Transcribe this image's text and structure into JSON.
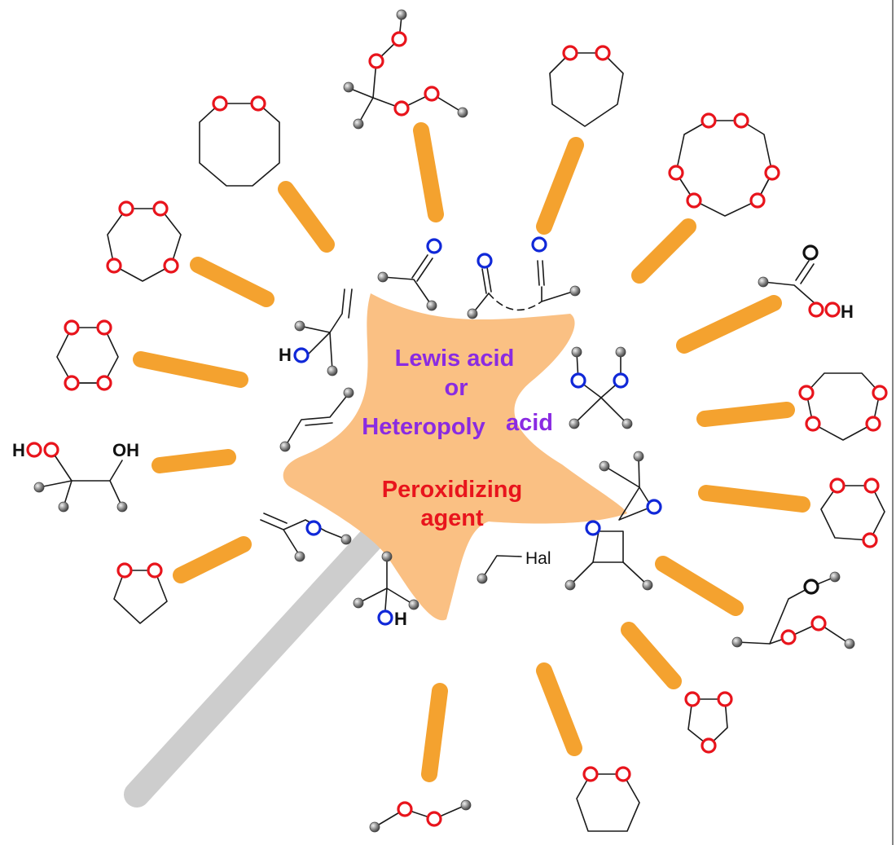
{
  "center": {
    "catalyst_line1": "Lewis acid",
    "catalyst_line2": "or",
    "catalyst_line3_part1": "Heteropoly",
    "catalyst_line3_part2": "acid",
    "reagent_line1": "Peroxidizing",
    "reagent_line2": "agent"
  },
  "substrates": {
    "tertiary_alcohol_label": "HO",
    "methanol_label": "OH",
    "alkyl_halide_label": "Hal"
  },
  "products": {
    "hydroperoxy_alcohol_left": "HOO",
    "hydroperoxy_alcohol_right": "OH",
    "peracid_carbonyl": "O",
    "peracid_hydroxyl": "OOH"
  },
  "colors": {
    "star_fill": "#fac083",
    "wand_handle": "#cdcdcd",
    "ray": "#f4a22f",
    "catalyst_text": "#8a2be2",
    "reagent_text": "#e8141c",
    "peroxide_oxygen": "#e8141c",
    "substrate_oxygen": "#1028d8"
  }
}
